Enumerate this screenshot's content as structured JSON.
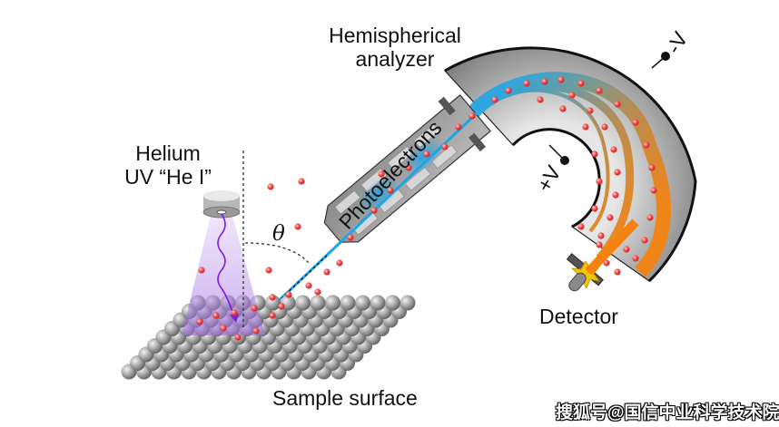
{
  "labels": {
    "analyzer": [
      "Hemispherical",
      "analyzer"
    ],
    "source": [
      "Helium",
      "UV “He I”"
    ],
    "angle": "θ",
    "photoelectrons": "Photoelectrons",
    "detector": "Detector",
    "sample": "Sample surface",
    "outer_voltage": "-V",
    "inner_voltage": "+V"
  },
  "watermark": "搜狐号@国信中业科学技术院",
  "colors": {
    "electron": "#f24b4b",
    "beam": "#1aa6e8",
    "orange": "#f5820f",
    "uv": "#8a2be2"
  }
}
